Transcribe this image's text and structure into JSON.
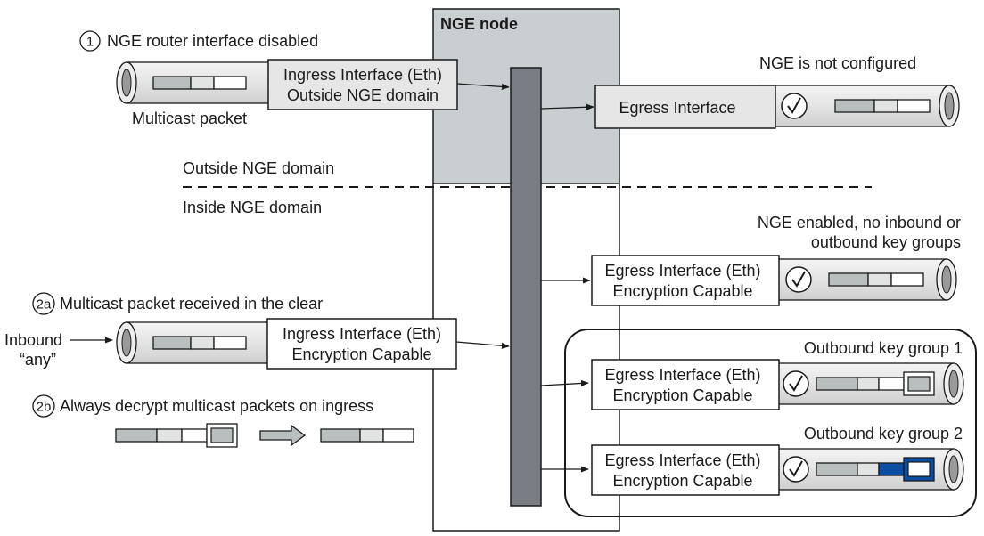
{
  "node": {
    "title": "NGE node"
  },
  "domains": {
    "outside": "Outside NGE domain",
    "inside": "Inside NGE domain"
  },
  "step1": {
    "marker": "1",
    "caption": "NGE router interface disabled",
    "packet_label": "Multicast packet",
    "ingress_line1": "Ingress Interface (Eth)",
    "ingress_line2": "Outside NGE domain"
  },
  "egress_plain": {
    "note": "NGE is not configured",
    "label": "Egress Interface"
  },
  "egress_nokey": {
    "note_line1": "NGE enabled, no inbound or",
    "note_line2": "outbound key groups",
    "line1": "Egress Interface (Eth)",
    "line2": "Encryption Capable"
  },
  "step2a": {
    "marker": "2a",
    "caption": "Multicast packet received in the clear",
    "inbound_line1": "Inbound",
    "inbound_line2": "“any”",
    "ingress_line1": "Ingress Interface (Eth)",
    "ingress_line2": "Encryption Capable"
  },
  "step2b": {
    "marker": "2b",
    "caption": "Always decrypt multicast packets on ingress"
  },
  "key_group1": {
    "title": "Outbound key group 1",
    "line1": "Egress Interface (Eth)",
    "line2": "Encryption Capable"
  },
  "key_group2": {
    "title": "Outbound key group 2",
    "line1": "Egress Interface (Eth)",
    "line2": "Encryption Capable"
  },
  "colors": {
    "node_fill": "#c9cfd1",
    "bar_fill": "#7a7e84",
    "box_fill": "#e6e6e6",
    "pipe_fill": "#ededed",
    "seg_dark": "#b9bfbf",
    "seg_light": "#e2e4e4",
    "key_blue": "#0b4ea2"
  }
}
